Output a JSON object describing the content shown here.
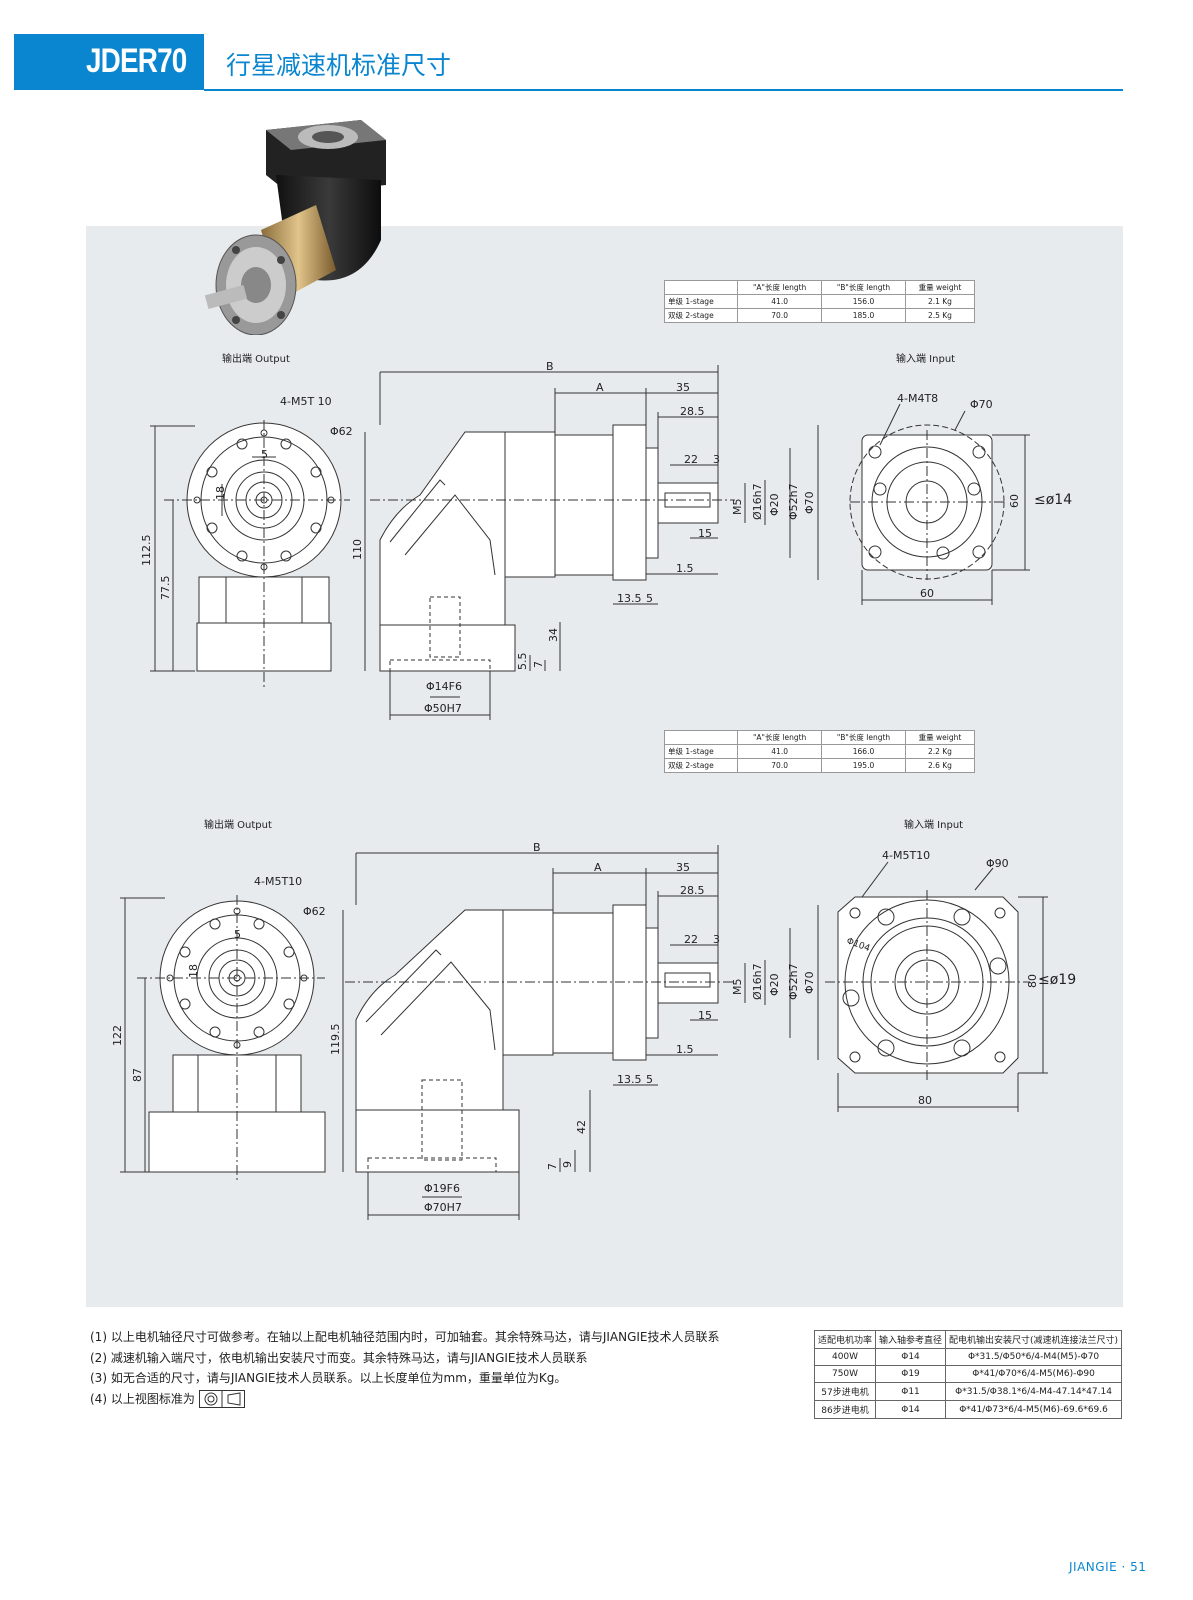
{
  "header": {
    "model": "JDER70",
    "title": "行星减速机标准尺寸"
  },
  "views": {
    "output_label": "输出端 Output",
    "input_label": "输入端 Input"
  },
  "table1": {
    "headers": [
      "",
      "\"A\"长度 length",
      "\"B\"长度 length",
      "重量 weight"
    ],
    "rows": [
      [
        "单级 1-stage",
        "41.0",
        "156.0",
        "2.1 Kg"
      ],
      [
        "双级 2-stage",
        "70.0",
        "185.0",
        "2.5 Kg"
      ]
    ]
  },
  "table2": {
    "headers": [
      "",
      "\"A\"长度 length",
      "\"B\"长度 length",
      "重量 weight"
    ],
    "rows": [
      [
        "单级 1-stage",
        "41.0",
        "166.0",
        "2.2 Kg"
      ],
      [
        "双级 2-stage",
        "70.0",
        "195.0",
        "2.6 Kg"
      ]
    ]
  },
  "drawing1": {
    "holes": "4-M5T 10",
    "pcd_out": "Φ62",
    "key_w": "5",
    "key_h": "18",
    "h_total": "112.5",
    "h_axis": "77.5",
    "h_side": "110",
    "B": "B",
    "A": "A",
    "d35": "35",
    "d28": "28.5",
    "d22": "22",
    "d3": "3",
    "m5": "M5",
    "d16": "Ø16h7",
    "d20": "Φ20",
    "d52": "Φ52h7",
    "d70": "Φ70",
    "d15": "15",
    "d15b": "1.5",
    "d135": "13.5",
    "d5": "5",
    "d34": "34",
    "d55": "5.5",
    "d7": "7",
    "bore": "Φ14F6",
    "pilot": "Φ50H7",
    "in_holes": "4-M4T8",
    "in_pcd": "Φ70",
    "in_sq_v": "60",
    "in_sq_h": "60",
    "in_shaft": "≤ø14"
  },
  "drawing2": {
    "holes": "4-M5T10",
    "pcd_out": "Φ62",
    "key_w": "5",
    "key_h": "18",
    "h_total": "122",
    "h_axis": "87",
    "h_side": "119.5",
    "B": "B",
    "A": "A",
    "d35": "35",
    "d28": "28.5",
    "d22": "22",
    "d3": "3",
    "m5": "M5",
    "d16": "Ø16h7",
    "d20": "Φ20",
    "d52": "Φ52h7",
    "d70": "Φ70",
    "d15": "15",
    "d15b": "1.5",
    "d135": "13.5",
    "d5": "5",
    "d42": "42",
    "d7": "7",
    "d9": "9",
    "bore": "Φ19F6",
    "pilot": "Φ70H7",
    "in_holes": "4-M5T10",
    "in_pcd": "Φ90",
    "in_inner": "Φ104",
    "in_sq_v": "80",
    "in_sq_h": "80",
    "in_shaft": "≤ø19"
  },
  "notes": [
    "(1) 以上电机轴径尺寸可做参考。在轴以上配电机轴径范围内时，可加轴套。其余特殊马达，请与JIANGIE技术人员联系",
    "(2) 减速机输入端尺寸，依电机输出安装尺寸而变。其余特殊马达，请与JIANGIE技术人员联系",
    "(3) 如无合适的尺寸，请与JIANGIE技术人员联系。以上长度单位为mm，重量单位为Kg。",
    "(4) 以上视图标准为"
  ],
  "motor_table": {
    "headers": [
      "适配电机功率",
      "输入轴参考直径",
      "配电机输出安装尺寸(减速机连接法兰尺寸)"
    ],
    "rows": [
      [
        "400W",
        "Φ14",
        "Φ*31.5/Φ50*6/4-M4(M5)-Φ70"
      ],
      [
        "750W",
        "Φ19",
        "Φ*41/Φ70*6/4-M5(M6)-Φ90"
      ],
      [
        "57步进电机",
        "Φ11",
        "Φ*31.5/Φ38.1*6/4-M4-47.14*47.14"
      ],
      [
        "86步进电机",
        "Φ14",
        "Φ*41/Φ73*6/4-M5(M6)-69.6*69.6"
      ]
    ]
  },
  "footer": "JIANGIE · 51"
}
